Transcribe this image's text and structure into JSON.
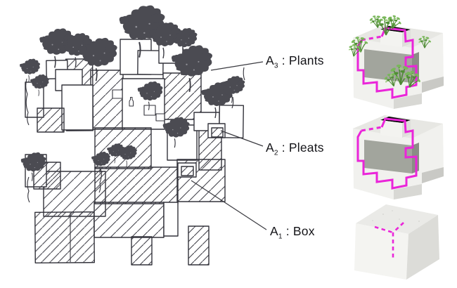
{
  "figure": {
    "title": "architecture concept diagram",
    "labels": [
      {
        "id": "A3",
        "base": "A",
        "sub": "3",
        "separator": " : ",
        "term": "Plants"
      },
      {
        "id": "A2",
        "base": "A",
        "sub": "2",
        "separator": " : ",
        "term": "Pleats"
      },
      {
        "id": "A1",
        "base": "A",
        "sub": "1",
        "separator": " : ",
        "term": "Box"
      }
    ],
    "models": [
      {
        "name": "plants-model-photo"
      },
      {
        "name": "pleats-model-photo"
      },
      {
        "name": "box-model-photo"
      }
    ],
    "colors": {
      "accent_magenta": "#ea25d9",
      "plant_green": "#79b85a",
      "sketch_ink": "#33333b",
      "tree_fill": "#4b4b52",
      "foam_light": "#f2f2ef",
      "foam_shade": "#dfdfdb"
    }
  }
}
